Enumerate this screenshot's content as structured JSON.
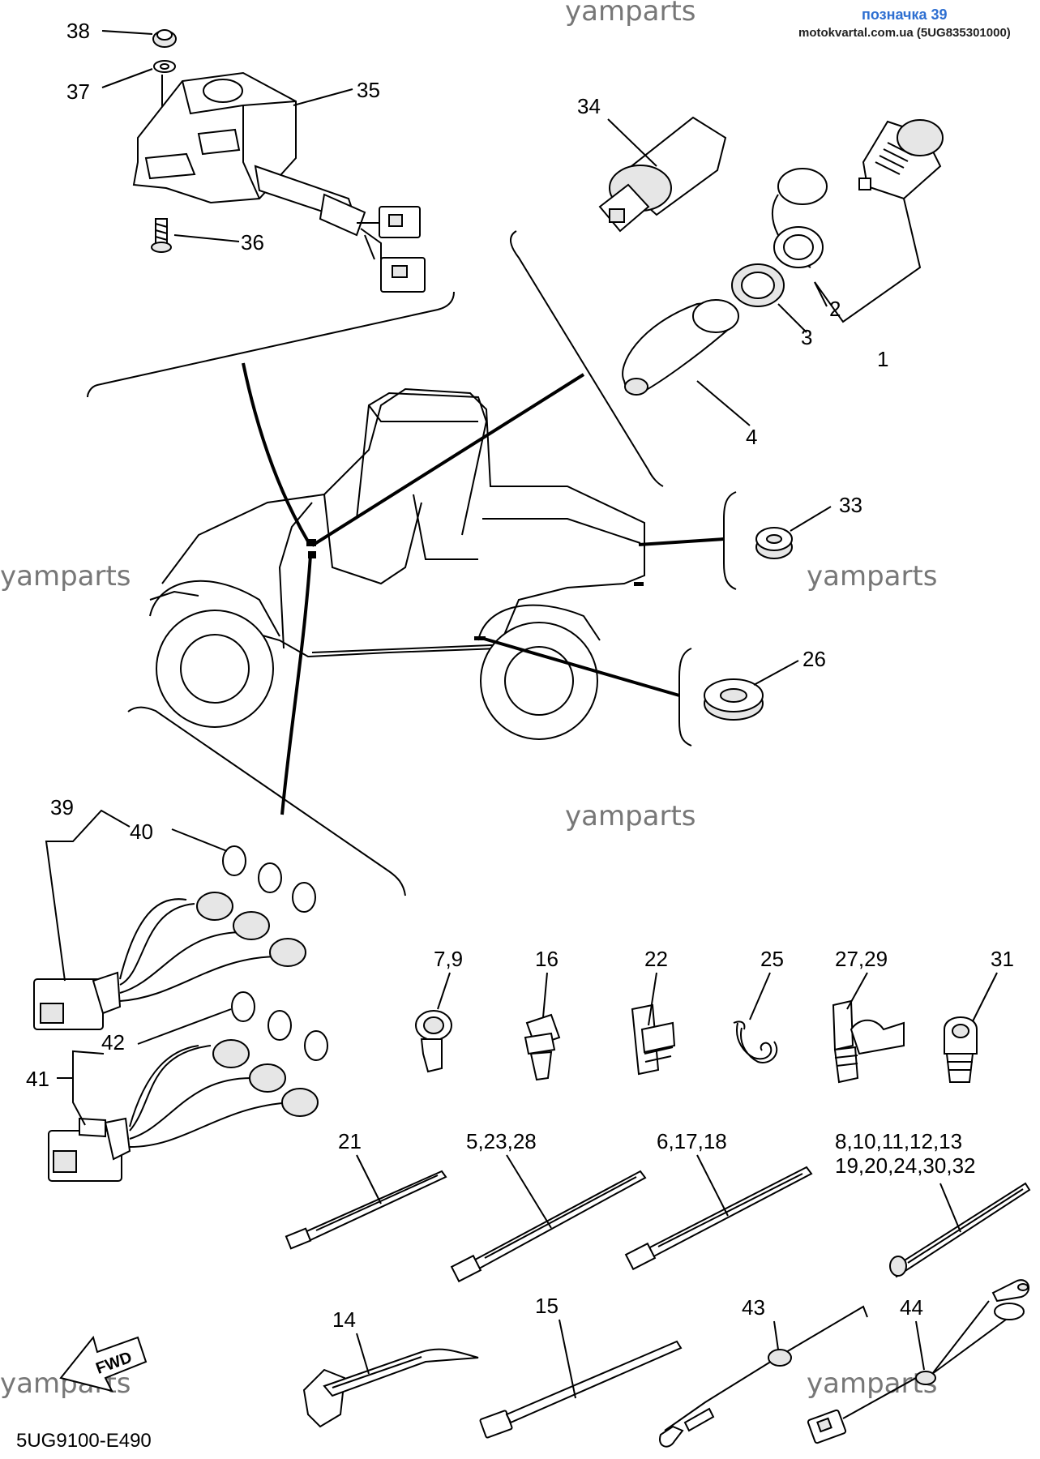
{
  "header": {
    "reference": "позначка 39",
    "source": "motokvartal.com.ua (5UG835301000)"
  },
  "watermark": "yamparts",
  "diagram_code": "5UG9100-E490",
  "fwd_label": "FWD",
  "callouts": {
    "c38": "38",
    "c37": "37",
    "c35": "35",
    "c36": "36",
    "c34": "34",
    "c2": "2",
    "c3": "3",
    "c1": "1",
    "c4": "4",
    "c33": "33",
    "c26": "26",
    "c39": "39",
    "c40": "40",
    "c42": "42",
    "c41": "41",
    "c7_9": "7,9",
    "c16": "16",
    "c22": "22",
    "c25": "25",
    "c27_29": "27,29",
    "c31": "31",
    "c21": "21",
    "c5_23_28": "5,23,28",
    "c6_17_18": "6,17,18",
    "c8_13": "8,10,11,12,13",
    "c19_32": "19,20,24,30,32",
    "c14": "14",
    "c15": "15",
    "c43": "43",
    "c44": "44"
  }
}
